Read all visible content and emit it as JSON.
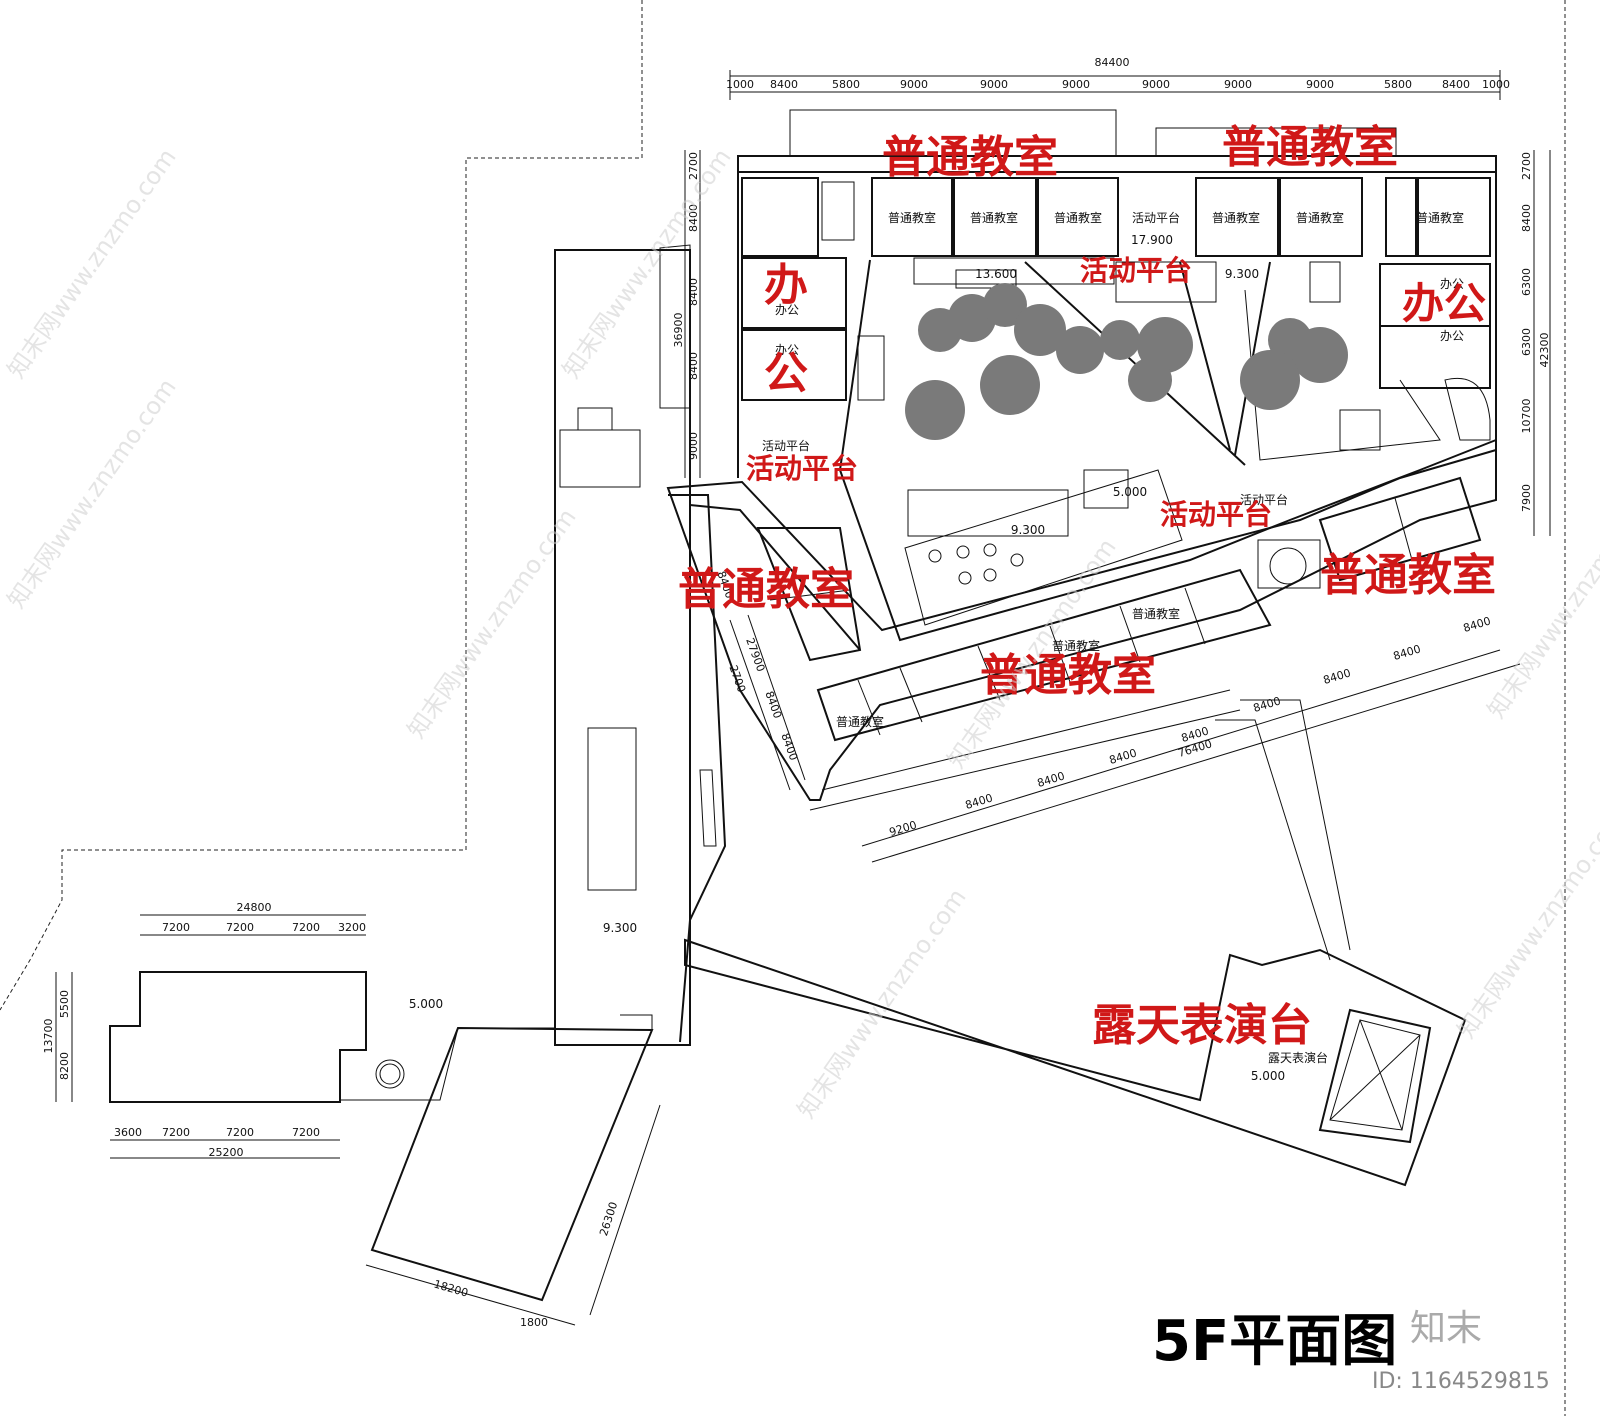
{
  "title": "5F平面图",
  "labels": {
    "classroom": "普通教室",
    "office_big": "办公",
    "office_char1": "办",
    "office_char2": "公",
    "office_small": "办公",
    "activity_platform": "活动平台",
    "open_air_stage": "露天表演台",
    "classroom_small": "普通教室"
  },
  "elevations": [
    "17.900",
    "13.600",
    "9.300",
    "5.000",
    "9.300",
    "5.000",
    "5.000",
    "9.300"
  ],
  "dims": {
    "top_total": "84400",
    "top_segments": [
      "1000",
      "8400",
      "5800",
      "9000",
      "9000",
      "9000",
      "9000",
      "9000",
      "9000",
      "5800",
      "8400",
      "1000"
    ],
    "left": [
      "2700",
      "8400",
      "8400",
      "8400",
      "9000",
      "36900"
    ],
    "right": [
      "2700",
      "8400",
      "6300",
      "6300",
      "10700",
      "7900",
      "42300"
    ],
    "wing_mid": [
      "8400",
      "27900",
      "2700",
      "8400",
      "8400"
    ],
    "bottom_wing": [
      "9200",
      "8400",
      "8400",
      "8400",
      "8400",
      "8400",
      "8400",
      "8400",
      "8400",
      "76400"
    ],
    "left_block_top_total": "24800",
    "left_block_top": [
      "7200",
      "7200",
      "7200",
      "3200"
    ],
    "left_block_bottom_total": "25200",
    "left_block_bottom": [
      "3600",
      "7200",
      "7200",
      "7200"
    ],
    "left_block_side": [
      "5500",
      "8200",
      "13700"
    ],
    "bottom_block": [
      "26300",
      "18200",
      "1800"
    ]
  },
  "watermarks": {
    "site": "知末网www.znzmo.com",
    "brand": "知末",
    "id": "ID: 1164529815"
  }
}
